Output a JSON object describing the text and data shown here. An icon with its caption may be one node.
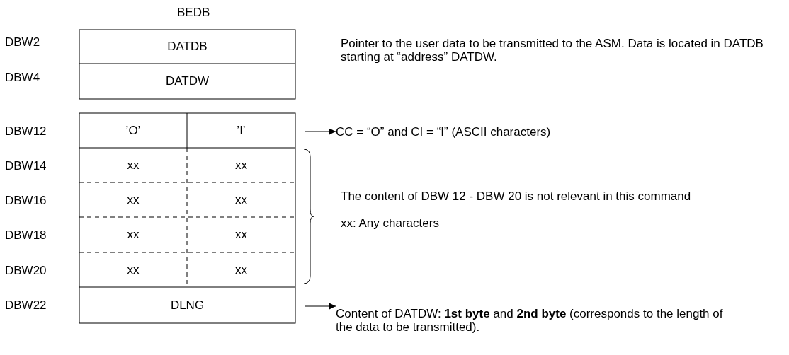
{
  "diagram": {
    "nodes": [
      {
        "text": [
          "DATDB"
        ]
      },
      {
        "text": [
          "DATDW"
        ]
      },
      {
        "text": [
          "’O’"
        ]
      },
      {
        "text": [
          "’I’"
        ]
      },
      {
        "text": [
          "xx"
        ]
      },
      {
        "text": [
          "xx"
        ]
      },
      {
        "text": [
          "xx"
        ]
      },
      {
        "text": [
          "xx"
        ]
      },
      {
        "text": [
          "xx"
        ]
      },
      {
        "text": [
          "xx"
        ]
      },
      {
        "text": [
          "xx"
        ]
      },
      {
        "text": [
          "xx"
        ]
      },
      {
        "text": [
          "DLNG"
        ]
      },
      {
        "text": [
          "CC = “O” and CI = “I” (ASCII characters)"
        ]
      },
      {
        "text": [
          "Content of DATDW: **1st byte** and **2nd byte** (corresponds to the length of the data to be transmitted)."
        ]
      }
    ],
    "edges": [
      {
        "from": null,
        "to": 13,
        "arrow": "to"
      },
      {
        "from": null,
        "to": 14,
        "arrow": "to"
      }
    ],
    "labels": [
      "BEDB",
      "DBW2",
      "Pointer to the user data to be transmitted to the ASM. Data is located in DATDB starting at “address” DATDW.",
      "DBW4",
      "DBW12",
      "DBW14",
      "DBW16",
      "The content of DBW 12 - DBW 20 is not relevant in this command",
      "DBW18",
      "xx: Any characters",
      "DBW20",
      "DBW22"
    ]
  }
}
